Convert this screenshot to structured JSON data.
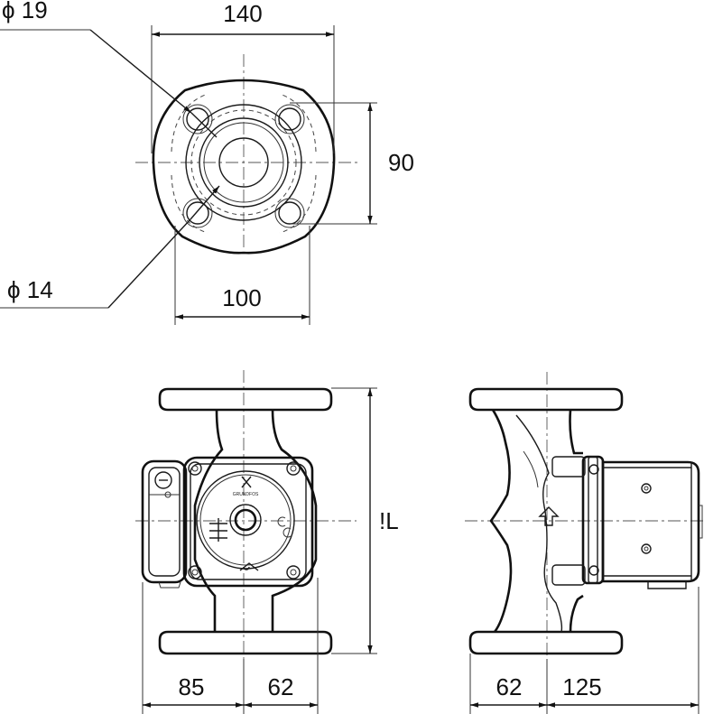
{
  "dimensions": {
    "hole_large": "ϕ 19",
    "hole_small": "ϕ 14",
    "flange_width": "140",
    "bolt_vertical": "90",
    "bolt_horizontal": "100",
    "length": "!L",
    "front_left": "85",
    "front_right": "62",
    "side_left": "62",
    "side_right": "125"
  },
  "labels": {
    "brand": "GRUNDFOS"
  }
}
